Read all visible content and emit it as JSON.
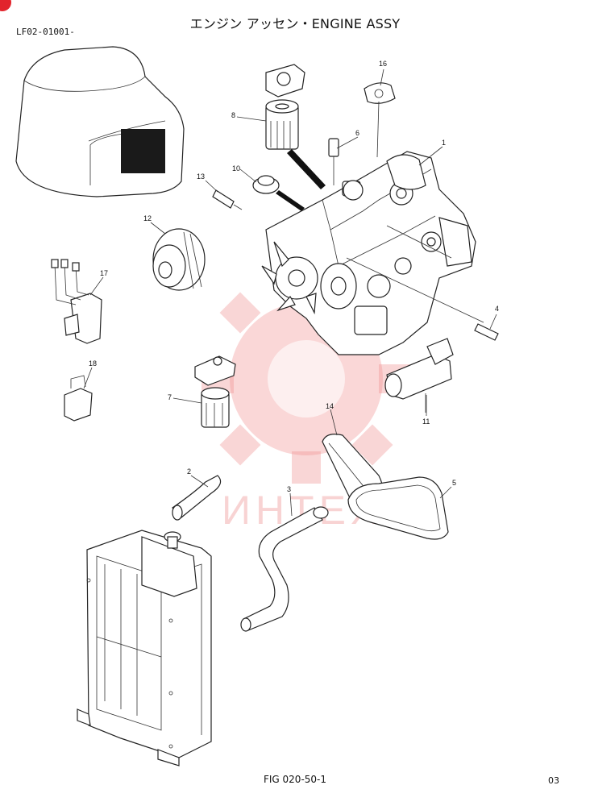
{
  "header": {
    "title": "エンジン アッセン・ENGINE ASSY",
    "code": "LF02-01001-"
  },
  "footer": {
    "figure": "FIG 020-50-1",
    "page": "03"
  },
  "watermark": {
    "text": "ИНТЕХ",
    "color": "#e84a4a"
  },
  "colors": {
    "badge": "#e2242c",
    "line": "#222222"
  },
  "callouts": [
    {
      "id": "c1",
      "label": "1"
    },
    {
      "id": "c2",
      "label": "2"
    },
    {
      "id": "c3",
      "label": "3"
    },
    {
      "id": "c4",
      "label": "4"
    },
    {
      "id": "c5",
      "label": "5"
    },
    {
      "id": "c6",
      "label": "6"
    },
    {
      "id": "c7",
      "label": "7"
    },
    {
      "id": "c8",
      "label": "8"
    },
    {
      "id": "c10",
      "label": "10"
    },
    {
      "id": "c11",
      "label": "11"
    },
    {
      "id": "c12",
      "label": "12"
    },
    {
      "id": "c13",
      "label": "13"
    },
    {
      "id": "c14",
      "label": "14"
    },
    {
      "id": "c16",
      "label": "16"
    },
    {
      "id": "c17",
      "label": "17"
    },
    {
      "id": "c18",
      "label": "18"
    }
  ]
}
